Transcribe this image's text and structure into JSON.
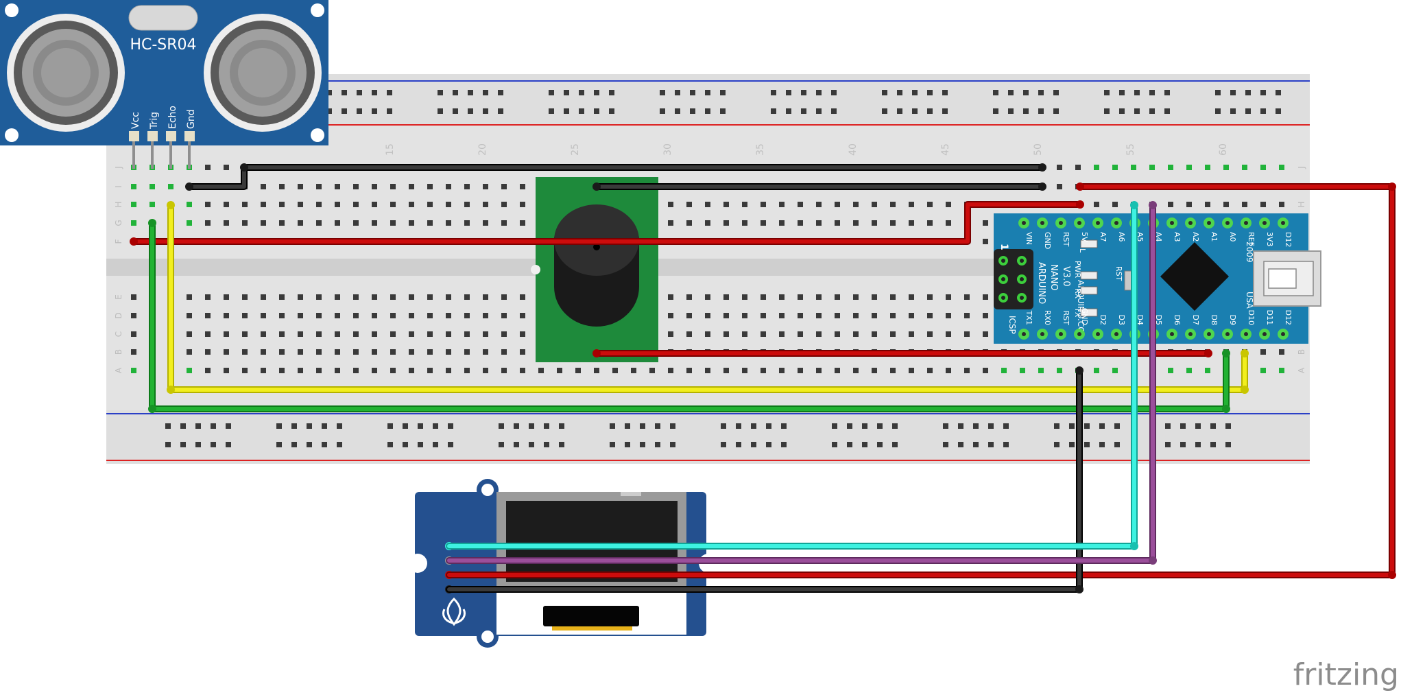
{
  "sensor": {
    "name": "HC-SR04",
    "pins": [
      "Vcc",
      "Trig",
      "Echo",
      "Gnd"
    ]
  },
  "breadboard": {
    "column_numbers": [
      "15",
      "20",
      "25",
      "30",
      "35",
      "40",
      "45",
      "50",
      "55",
      "60"
    ],
    "rows_top": [
      "J",
      "I",
      "H",
      "G",
      "F"
    ],
    "rows_bottom": [
      "E",
      "D",
      "C",
      "B",
      "A"
    ]
  },
  "arduino": {
    "pins_top": [
      "D12",
      "3V3",
      "REF",
      "A0",
      "A1",
      "A2",
      "A3",
      "A4",
      "A5",
      "A6",
      "A7",
      "5V",
      "RST",
      "GND",
      "VIN"
    ],
    "pins_bottom": [
      "TX1",
      "RX0",
      "RST",
      "GND",
      "D2",
      "D3",
      "D4",
      "D5",
      "D6",
      "D7",
      "D8",
      "D9",
      "D10",
      "D11",
      "D12"
    ],
    "board_labels": [
      "ARDUINO",
      "NANO",
      "V3.0"
    ],
    "brand": "ARDUINO.CC",
    "origin_labels": [
      "2009",
      "USA"
    ],
    "icsp_label": "ICSP",
    "icsp_pin1": "1",
    "led_labels": [
      "L",
      "PWR",
      "TX",
      "RX"
    ],
    "reset_label": "RST"
  },
  "watermark": "fritzing",
  "colors": {
    "sensor_board": "#1f5d9a",
    "arduino_board": "#1a7fb0",
    "oled_board": "#24508f",
    "buzzer_board": "#1e8a3b",
    "wire_red": "#cc0c0c",
    "wire_black": "#222222",
    "wire_yellow": "#f2ef1f",
    "wire_green": "#22b233",
    "wire_cyan": "#3ef2e1",
    "wire_purple": "#9b4f9b"
  }
}
